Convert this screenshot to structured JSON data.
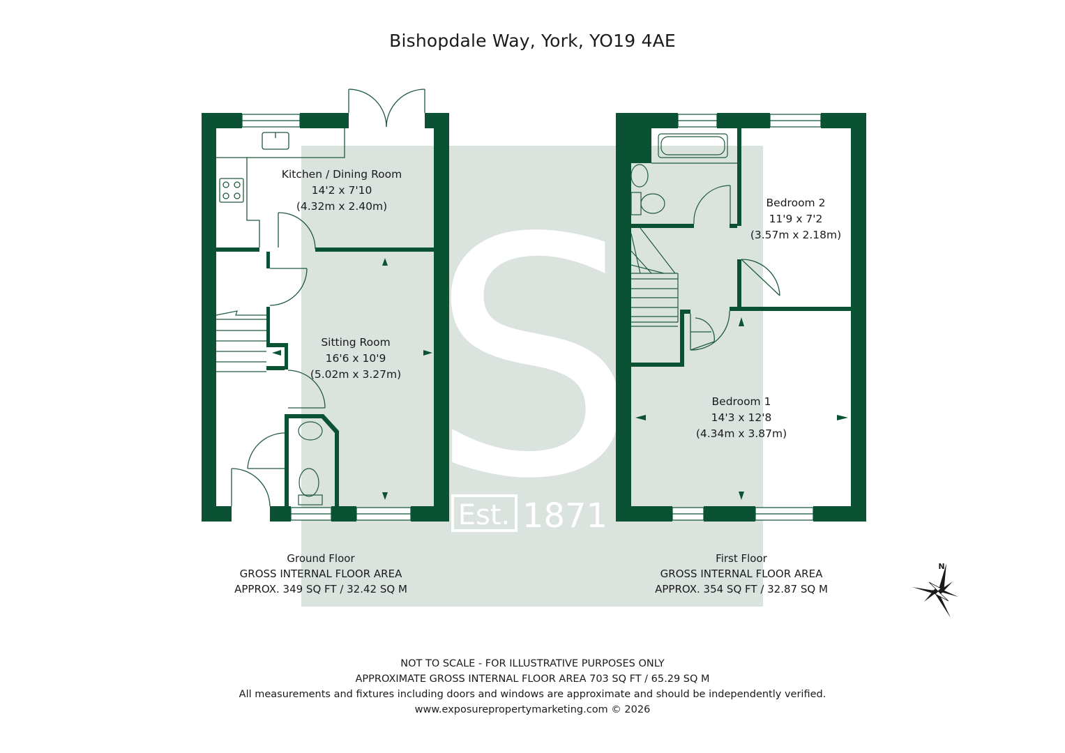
{
  "title": "Bishopdale Way, York, YO19 4AE",
  "colors": {
    "wall": "#0b5234",
    "watermark": "#dbe3df",
    "line": "#1e5a3c"
  },
  "watermark": {
    "letter": "S",
    "est": "Est.",
    "year": "1871"
  },
  "rooms": {
    "kitchen": {
      "name": "Kitchen / Dining Room",
      "imperial": "14'2 x 7'10",
      "metric": "(4.32m x 2.40m)"
    },
    "sitting": {
      "name": "Sitting Room",
      "imperial": "16'6 x 10'9",
      "metric": "(5.02m x 3.27m)"
    },
    "bedroom2": {
      "name": "Bedroom 2",
      "imperial": "11'9 x 7'2",
      "metric": "(3.57m x 2.18m)"
    },
    "bedroom1": {
      "name": "Bedroom 1",
      "imperial": "14'3 x 12'8",
      "metric": "(4.34m x 3.87m)"
    }
  },
  "ground_floor": {
    "name": "Ground Floor",
    "area_label": "GROSS INTERNAL FLOOR AREA",
    "area": "APPROX. 349 SQ FT / 32.42 SQ M"
  },
  "first_floor": {
    "name": "First Floor",
    "area_label": "GROSS INTERNAL FLOOR AREA",
    "area": "APPROX. 354 SQ FT / 32.87 SQ M"
  },
  "compass": {
    "north": "N",
    "icon": "compass-rose-icon"
  },
  "footer": {
    "line1": "NOT TO SCALE - FOR ILLUSTRATIVE PURPOSES ONLY",
    "line2": "APPROXIMATE GROSS INTERNAL FLOOR AREA 703 SQ FT / 65.29 SQ M",
    "line3": "All measurements and fixtures including doors and windows are approximate and should be independently verified.",
    "line4": "www.exposurepropertymarketing.com © 2026"
  }
}
